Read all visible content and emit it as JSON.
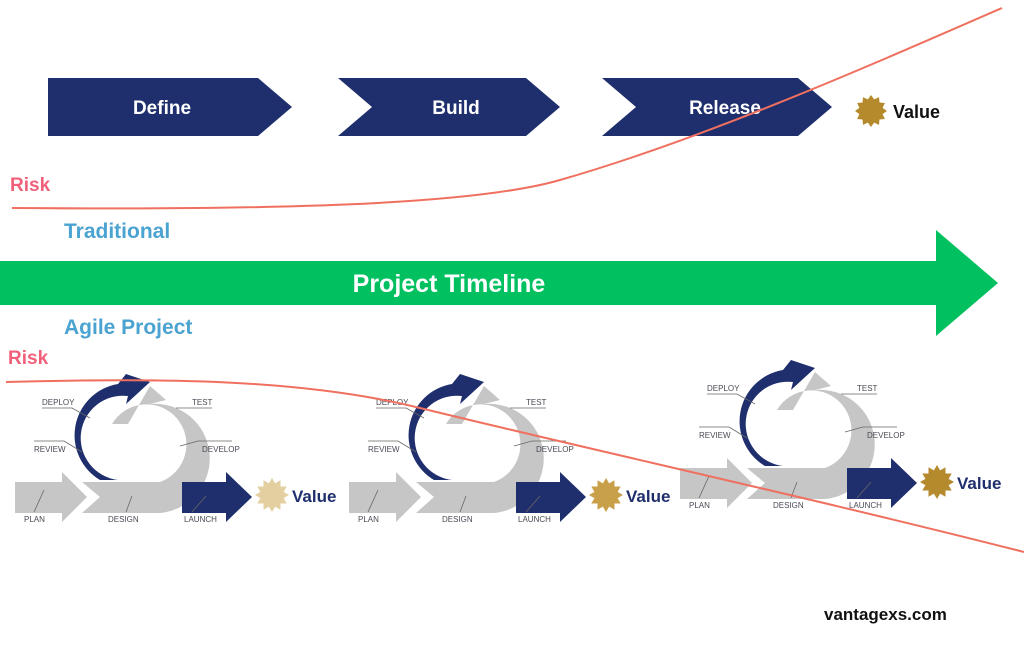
{
  "colors": {
    "phase": "#1f2f6d",
    "timeline": "#00c060",
    "risk_line": "#f07060",
    "risk_text": "#f0607a",
    "section_text": "#4aa3d0",
    "value_gold": "#b58a2d",
    "value_light": "#e3cfa0",
    "cycle_gray": "#c6c6c6",
    "cycle_navy": "#1f2f6d",
    "text_dark": "#111111",
    "value_navy_text": "#1f2f6d"
  },
  "traditional": {
    "phases": [
      "Define",
      "Build",
      "Release"
    ],
    "value_label": "Value",
    "risk_label": "Risk",
    "section_label": "Traditional"
  },
  "timeline": {
    "label": "Project Timeline"
  },
  "agile": {
    "section_label": "Agile Project",
    "risk_label": "Risk",
    "cycle_labels": {
      "deploy": "DEPLOY",
      "test": "TEST",
      "review": "REVIEW",
      "develop": "DEVELOP",
      "plan": "PLAN",
      "design": "DESIGN",
      "launch": "LAUNCH"
    },
    "value_label": "Value"
  },
  "footer": {
    "credit": "vantagexs.com"
  }
}
